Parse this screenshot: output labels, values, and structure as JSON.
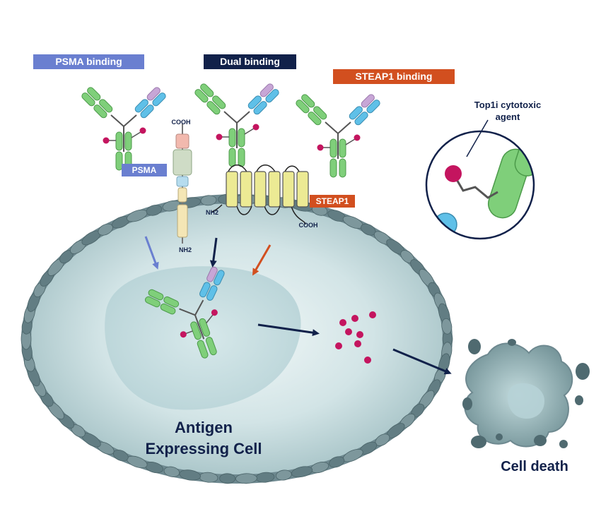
{
  "labels": {
    "psma_binding": "PSMA binding",
    "dual_binding": "Dual binding",
    "steap1_binding": "STEAP1 binding",
    "psma": "PSMA",
    "steap1": "STEAP1",
    "cooh_psma": "COOH",
    "nh2_psma": "NH2",
    "nh2_steap1": "NH2",
    "cooh_steap1": "COOH",
    "payload_line1": "Top1i cytotoxic",
    "payload_line2": "agent",
    "cell_line1": "Antigen",
    "cell_line2": "Expressing Cell",
    "cell_death": "Cell death"
  },
  "colors": {
    "psma_blue": "#6a7fd0",
    "navy": "#11214a",
    "steap1_orange": "#d24f1f",
    "antibody_green": "#7fcf7a",
    "antibody_blue": "#5fc0e8",
    "antibody_lilac": "#c7a6d6",
    "payload_magenta": "#c4155f",
    "cell_teal": "#c6dde0",
    "membrane_grey": "#6e8990",
    "steap1_yellow": "#ecea94"
  },
  "icons": [
    "antibody-icon",
    "payload-circle-icon",
    "dying-cell-icon"
  ]
}
